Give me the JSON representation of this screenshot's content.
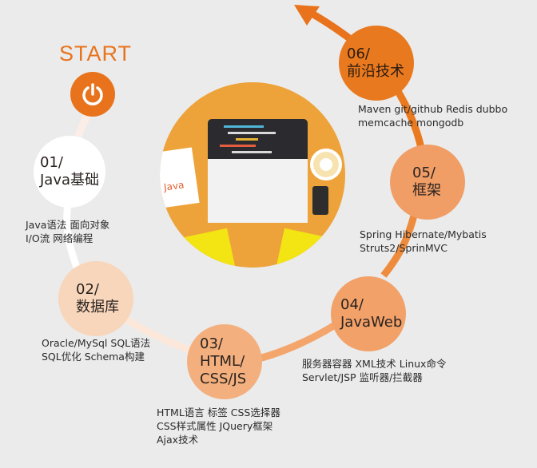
{
  "start": {
    "label": "START",
    "icon": "power-icon",
    "color": "#e8731c"
  },
  "colors": {
    "background": "#ebebeb",
    "node1": "#ffffff",
    "node2": "#f8d6bb",
    "node3": "#f3b07e",
    "node4": "#f2a168",
    "node5": "#f09e66",
    "node6": "#e8791e",
    "illustration_circle": "#eda33a"
  },
  "steps": [
    {
      "num": "01/",
      "title": "Java基础",
      "desc": [
        "Java语法 面向对象",
        "I/O流  网络编程"
      ]
    },
    {
      "num": "02/",
      "title": "数据库",
      "desc": [
        "Oracle/MySql  SQL语法",
        "SQL优化  Schema构建"
      ]
    },
    {
      "num": "03/",
      "title": "HTML/",
      "title2": "CSS/JS",
      "desc": [
        "HTML语言 标签  CSS选择器",
        "CSS样式属性  JQuery框架",
        "Ajax技术"
      ]
    },
    {
      "num": "04/",
      "title": "JavaWeb",
      "desc": [
        "服务器容器 XML技术  Linux命令",
        "Servlet/JSP  监听器/拦截器"
      ]
    },
    {
      "num": "05/",
      "title": "框架",
      "desc": [
        "Spring  Hibernate/Mybatis",
        "Struts2/SprinMVC"
      ]
    },
    {
      "num": "06/",
      "title": "前沿技术",
      "desc": [
        "Maven git/github Redis dubbo",
        "memcache  mongodb"
      ]
    }
  ],
  "illustration": {
    "book_label": "Java",
    "icons": [
      "laptop-icon",
      "coffee-cup-icon",
      "phone-icon",
      "java-notebook-icon",
      "hands-icon"
    ]
  }
}
